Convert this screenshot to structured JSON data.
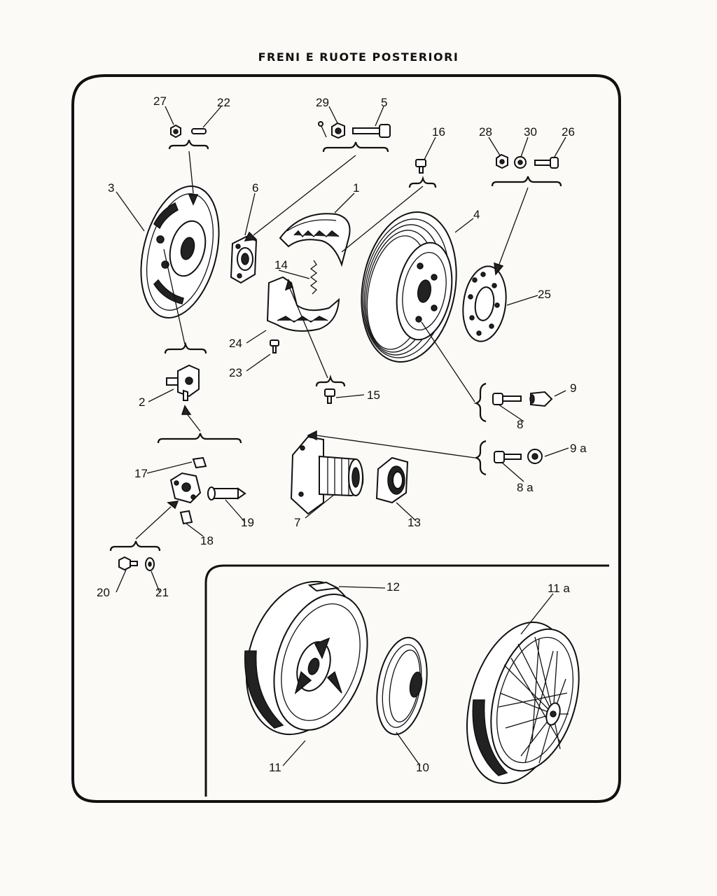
{
  "title": "FRENI E RUOTE POSTERIORI",
  "labels": {
    "l27": "27",
    "l22": "22",
    "l29": "29",
    "l5": "5",
    "l16": "16",
    "l28": "28",
    "l30": "30",
    "l26": "26",
    "l3": "3",
    "l6": "6",
    "l1": "1",
    "l4": "4",
    "l14": "14",
    "l25": "25",
    "l24": "24",
    "l23": "23",
    "l2": "2",
    "l15": "15",
    "l9": "9",
    "l8": "8",
    "l9a": "9 a",
    "l8a": "8 a",
    "l17": "17",
    "l19": "19",
    "l18": "18",
    "l7": "7",
    "l13": "13",
    "l20": "20",
    "l21": "21",
    "l12": "12",
    "l11a": "11 a",
    "l11": "11",
    "l10": "10"
  }
}
